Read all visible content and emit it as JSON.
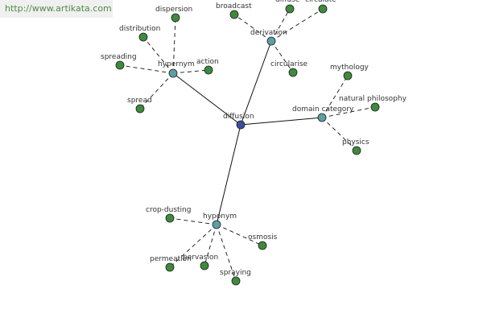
{
  "site": {
    "watermark": "http://www.artikata.com"
  },
  "graph": {
    "center": {
      "label": "diffusion"
    },
    "groups": [
      {
        "id": "hypernym",
        "label": "hypernym",
        "leaves": [
          "dispersion",
          "distribution",
          "action",
          "spreading",
          "spread"
        ]
      },
      {
        "id": "derivation",
        "label": "derivation",
        "leaves": [
          "broadcast",
          "diffuse",
          "circulate",
          "circularise"
        ]
      },
      {
        "id": "domain-category",
        "label": "domain category",
        "leaves": [
          "mythology",
          "natural philosophy",
          "physics"
        ]
      },
      {
        "id": "hyponym",
        "label": "hyponym",
        "leaves": [
          "crop-dusting",
          "osmosis",
          "permeation",
          "pervasion",
          "spraying"
        ]
      }
    ]
  },
  "colors": {
    "center_node": "#3a4e9c",
    "group_node": "#5d9fa6",
    "leaf_node": "#3f8a3c",
    "node_stroke": "#1f1f1f",
    "edge": "#111111"
  }
}
